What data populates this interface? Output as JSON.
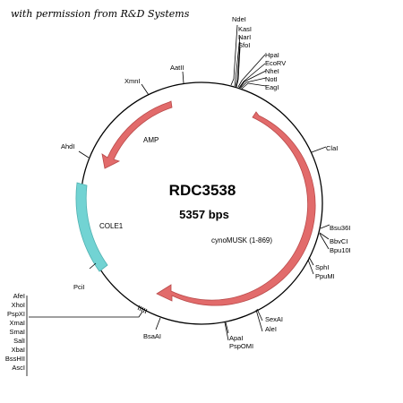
{
  "credit": "with permission from R&D Systems",
  "plasmid": {
    "name": "RDC3538",
    "size_label": "5357 bps"
  },
  "colors": {
    "backbone": "#000000",
    "cds_arrow": "#e26b6b",
    "ori": "#72d3d3",
    "text": "#000000"
  },
  "features": {
    "amp": "AMP",
    "cole1": "COLE1",
    "insert": "cynoMUSK (1-869)"
  },
  "sites": {
    "ndei": "NdeI",
    "kasi": "KasI",
    "nari": "NarI",
    "sfoi": "SfoI",
    "hpai": "HpaI",
    "ecorv": "EcoRV",
    "nhei": "NheI",
    "noti": "NotI",
    "eagi": "EagI",
    "aatii": "AatII",
    "xmni": "XmnI",
    "ahdi": "AhdI",
    "clai": "ClaI",
    "bsu36i": "Bsu36I",
    "bbvci": "BbvCI",
    "bpu10i": "Bpu10I",
    "sphi": "SphI",
    "ppumi": "PpuMI",
    "sexai": "SexAI",
    "alei": "AleI",
    "apai": "ApaI",
    "psp0mi": "PspOMI",
    "bsaai": "BsaAI",
    "pcii": "PciI",
    "afei": "AfeI",
    "xhoi": "XhoI",
    "pspxi": "PspXI",
    "xmai": "XmaI",
    "smai": "SmaI",
    "sali": "SalI",
    "xbai": "XbaI",
    "bsshii": "BssHII",
    "asci": "AscI"
  }
}
